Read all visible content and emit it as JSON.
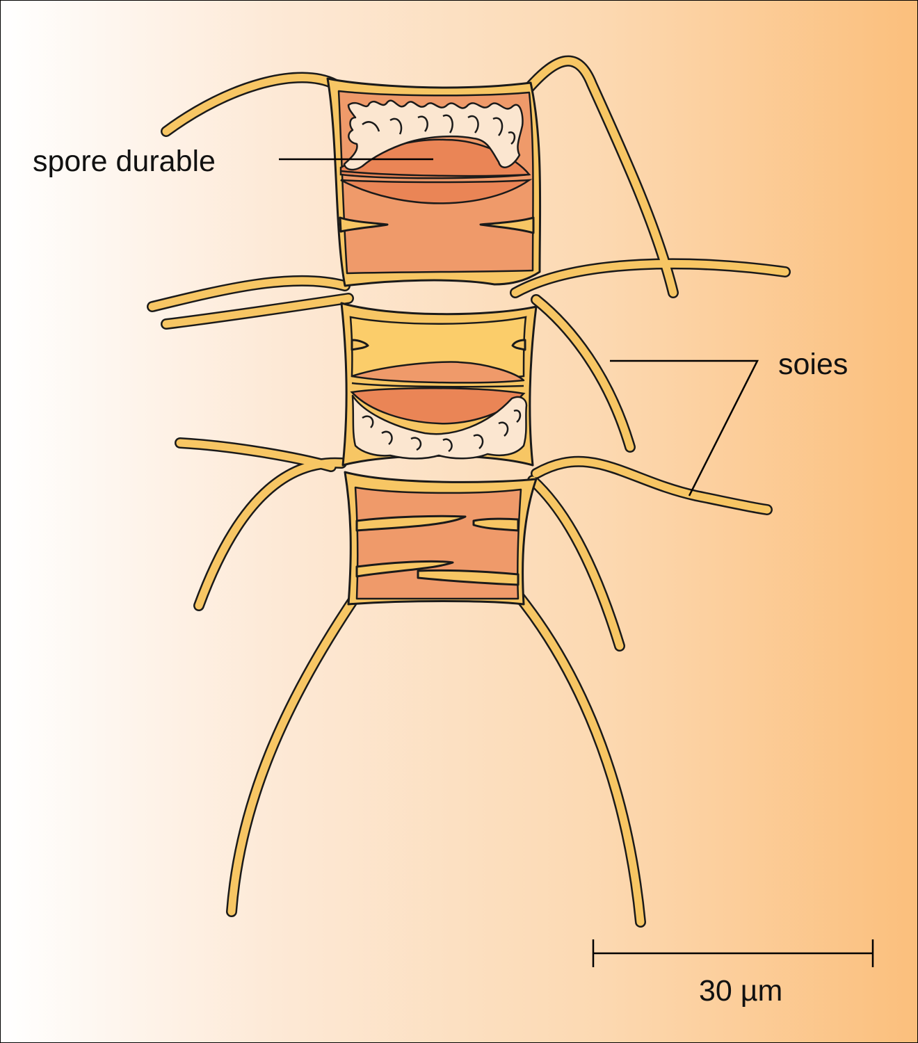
{
  "labels": {
    "spore": "spore durable",
    "setae": "soies",
    "scale": "30 µm"
  },
  "colors": {
    "frame": "#f7c664",
    "cytoplasm": "#ef9a6a",
    "spore_core": "#ea8556",
    "spore_lobes": "#fbe6d0",
    "outline": "#1a1a1a",
    "background_left": "#ffffff",
    "background_right": "#fbbf7c"
  }
}
